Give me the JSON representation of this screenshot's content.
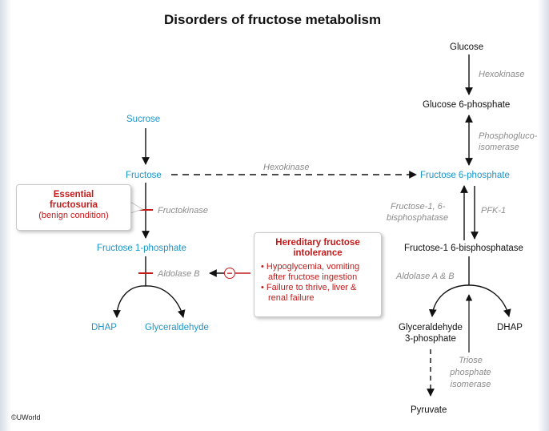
{
  "title": "Disorders of fructose metabolism",
  "left": {
    "sucrose": "Sucrose",
    "fructose": "Fructose",
    "fructokinase": "Fructokinase",
    "fructose_1p": "Fructose 1-phosphate",
    "aldolase_b": "Aldolase B",
    "dhap": "DHAP",
    "glyceraldehyde": "Glyceraldehyde"
  },
  "middle": {
    "hexokinase": "Hexokinase"
  },
  "right": {
    "glucose": "Glucose",
    "hexokinase": "Hexokinase",
    "g6p": "Glucose 6-phosphate",
    "isomerase_line1": "Phosphogluco-",
    "isomerase_line2": "isomerase",
    "f6p": "Fructose 6-phosphate",
    "f16bpase_line1": "Fructose-1, 6-",
    "f16bpase_line2": "bisphosphatase",
    "pfk": "PFK-1",
    "f16bp": "Fructose-1 6-bisphosphatase",
    "aldolase_ab": "Aldolase A & B",
    "g3p_line1": "Glyceraldehyde",
    "g3p_line2": "3-phosphate",
    "dhap": "DHAP",
    "triose_line1": "Triose",
    "triose_line2": "phosphate",
    "triose_line3": "isomerase",
    "pyruvate": "Pyruvate"
  },
  "essential_box": {
    "line1": "Essential",
    "line2": "fructosuria",
    "line3": "(benign condition)"
  },
  "hfi_box": {
    "title_line1": "Hereditary fructose",
    "title_line2": "intolerance",
    "bullet1_line1": "• Hypoglycemia, vomiting",
    "bullet1_line2": "after fructose ingestion",
    "bullet2_line1": "• Failure to thrive, liver &",
    "bullet2_line2": "renal failure"
  },
  "inhibit_symbol": "−",
  "copyright": "©UWorld",
  "colors": {
    "substrate_blue": "#1b95c8",
    "disorder_red": "#c41a1a",
    "enzyme_gray": "#8c8c8c"
  }
}
